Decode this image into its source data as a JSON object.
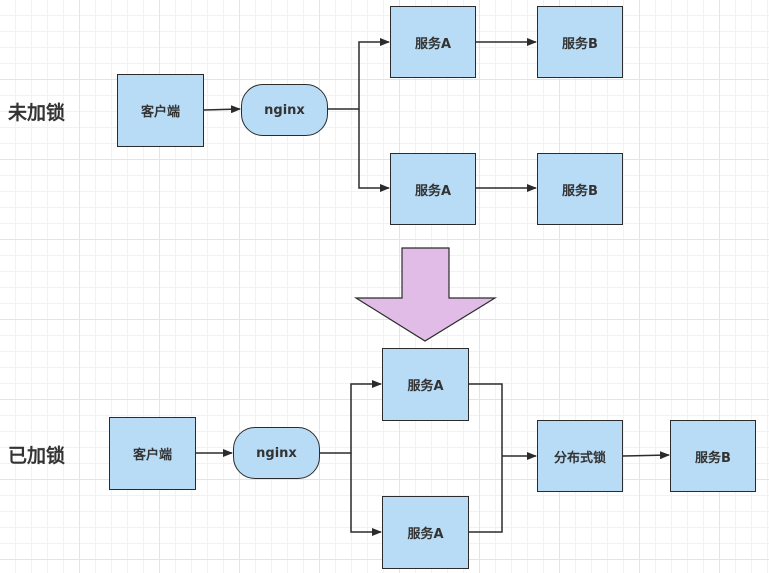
{
  "sections": {
    "unlocked": {
      "label": "未加锁",
      "client": "客户端",
      "proxy": "nginx",
      "service_a_1": "服务A",
      "service_a_2": "服务A",
      "service_b_1": "服务B",
      "service_b_2": "服务B"
    },
    "locked": {
      "label": "已加锁",
      "client": "客户端",
      "proxy": "nginx",
      "service_a_1": "服务A",
      "service_a_2": "服务A",
      "lock": "分布式锁",
      "service_b": "服务B"
    }
  },
  "colors": {
    "node_fill": "#b9dcf6",
    "node_border": "#2b2b2b",
    "transition_arrow_fill": "#e0bce6"
  }
}
